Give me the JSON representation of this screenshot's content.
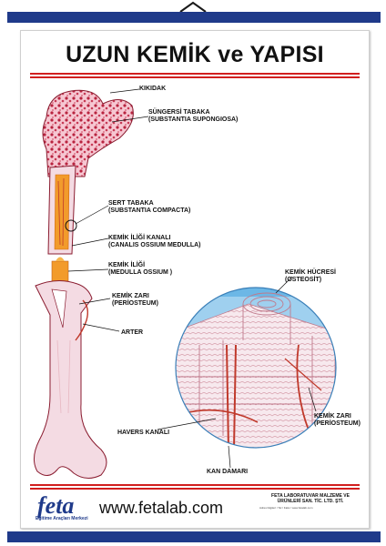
{
  "poster": {
    "title": "UZUN KEMİK ve YAPISI",
    "colors": {
      "rail": "#1f3a8a",
      "accent_red": "#d11f1f",
      "bone_pink": "#f4dbe3",
      "bone_dark": "#b8233f",
      "marrow": "#f29b2b",
      "osteon_blue": "#6cb7e6"
    }
  },
  "labels": {
    "kikidak": "KIKIDAK",
    "sungersi_line1": "SÜNGERSİ TABAKA",
    "sungersi_line2": "(SUBSTANTIA SUPONGIOSA)",
    "sert_line1": "SERT TABAKA",
    "sert_line2": "(SUBSTANTIA COMPACTA)",
    "kanal_line1": "KEMİK İLİĞİ KANALI",
    "kanal_line2": "(CANALIS OSSIUM MEDULLA)",
    "ilik_line1": "KEMİK İLİĞİ",
    "ilik_line2": "(MEDULLA OSSIUM )",
    "zari_line1": "KEMİK ZARI",
    "zari_line2": "(PERİOSTEUM)",
    "arter": "ARTER",
    "hucre_line1": "KEMİK HÜCRESİ",
    "hucre_line2": "(OSTEOSİT)",
    "zari2_line1": "KEMİK ZARI",
    "zari2_line2": "(PERİOSTEUM)",
    "havers": "HAVERS KANALI",
    "damar": "KAN DAMARI"
  },
  "footer": {
    "logo": "feta",
    "logo_sub": "Eğitime Araçları Merkezi",
    "url": "www.fetalab.com",
    "company_line1": "FETA LABORATUVAR MALZEME VE",
    "company_line2": "ÜRÜNLERİ SAN. TİC. LTD. ŞTİ.",
    "address": "Adres bilgileri / Tel / Faks / www.fetalab.com"
  }
}
